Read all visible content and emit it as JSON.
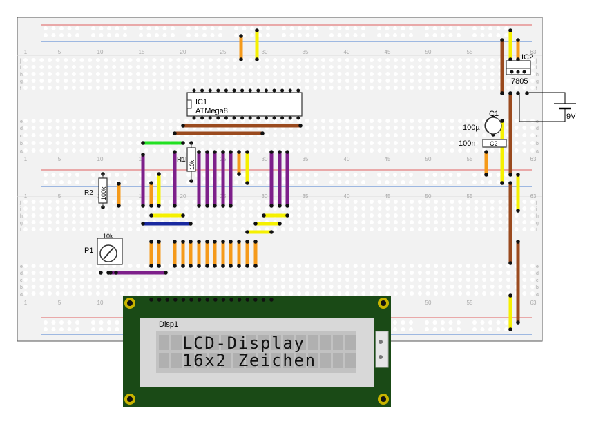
{
  "breadboard": {
    "column_numbers": [
      "1",
      "5",
      "10",
      "15",
      "20",
      "25",
      "30",
      "35",
      "40",
      "45",
      "50",
      "55",
      "63"
    ],
    "row_letters_top": [
      "j",
      "i",
      "h",
      "g",
      "f",
      "e",
      "d",
      "c",
      "b",
      "a"
    ],
    "row_letters_bottom": [
      "j",
      "i",
      "h",
      "g",
      "f",
      "e",
      "d",
      "c",
      "b",
      "a"
    ]
  },
  "components": {
    "ic1": {
      "ref": "IC1",
      "value": "ATMega8"
    },
    "ic2": {
      "ref": "IC2",
      "value": "7805"
    },
    "c1": {
      "ref": "C1",
      "value": "100µ"
    },
    "c2": {
      "ref": "C2",
      "value": "100n"
    },
    "r1": {
      "ref": "R1",
      "value": "10k"
    },
    "r2": {
      "ref": "R2",
      "value": "100k"
    },
    "p1": {
      "ref": "P1",
      "value": "10k"
    },
    "battery": {
      "value": "9V"
    },
    "display": {
      "ref": "Disp1",
      "line1": "LCD-Display",
      "line2": "16x2  Zeichen"
    }
  },
  "colors": {
    "board": "#f2f2f2",
    "hole": "#ffffff",
    "rail_red": "#e06060",
    "rail_blue": "#4a7fd0",
    "wire_orange": "#f59a1a",
    "wire_yellow": "#f5f000",
    "wire_brown": "#9a4a1e",
    "wire_purple": "#7d1f8a",
    "wire_green": "#22e022",
    "wire_blue": "#1a2aa0",
    "pcb": "#1a4a16",
    "lcd_bezel": "#d8d8d8",
    "lcd_glass": "#c2c2c2"
  }
}
